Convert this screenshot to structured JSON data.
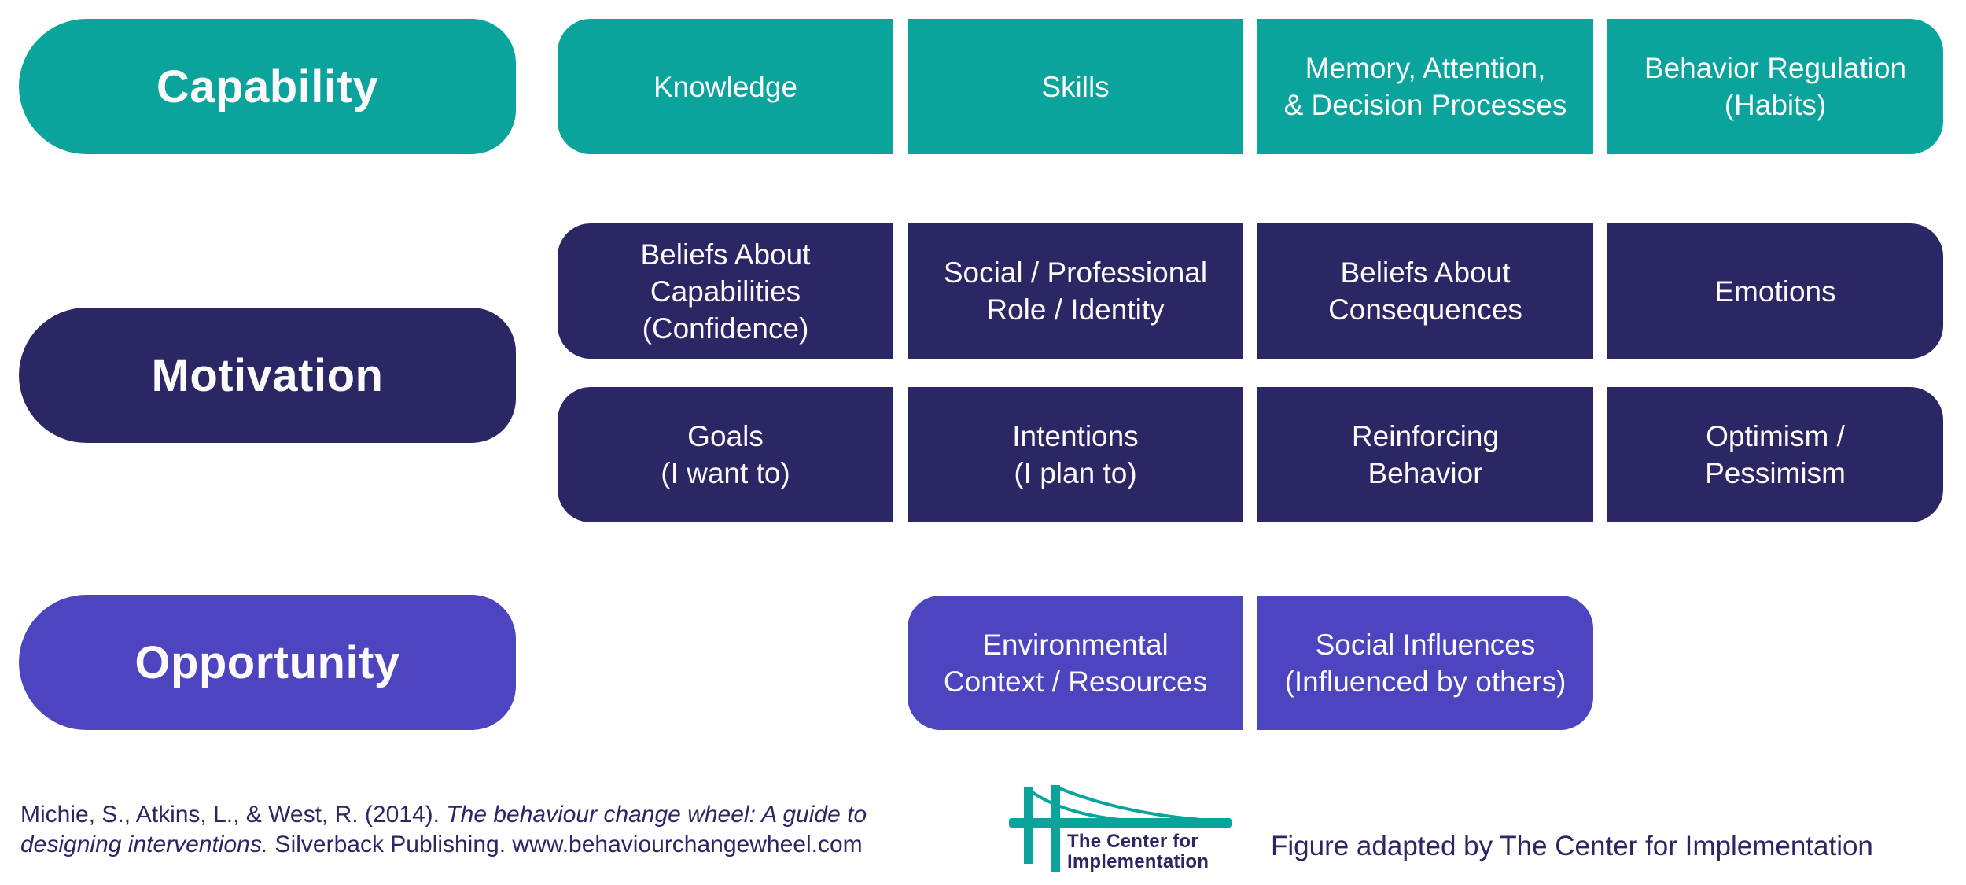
{
  "colors": {
    "teal": "#0aa49c",
    "navy": "#2b2764",
    "purple": "#4d44bf",
    "ink": "#2b2764",
    "box_text": "#fbf9f9",
    "background": "#ffffff"
  },
  "diagram": {
    "capability": {
      "label": "Capability",
      "items": [
        "Knowledge",
        "Skills",
        "Memory, Attention,\n& Decision Processes",
        "Behavior Regulation\n(Habits)"
      ]
    },
    "motivation": {
      "label": "Motivation",
      "row1": [
        "Beliefs About\nCapabilities\n(Confidence)",
        "Social / Professional\nRole / Identity",
        "Beliefs About\nConsequences",
        "Emotions"
      ],
      "row2": [
        "Goals\n(I want to)",
        "Intentions\n(I plan to)",
        "Reinforcing\nBehavior",
        "Optimism /\nPessimism"
      ]
    },
    "opportunity": {
      "label": "Opportunity",
      "items": [
        "Environmental\nContext / Resources",
        "Social Influences\n(Influenced by others)"
      ]
    }
  },
  "footer": {
    "citation": {
      "part1": "Michie, S., Atkins, L., & West, R. (2014). ",
      "italic1": "The behaviour change wheel: A guide to",
      "italic2": "designing interventions.",
      "part2": " Silverback Publishing. www.behaviourchangewheel.com"
    },
    "logo": {
      "line1": "The Center for",
      "line2": "Implementation"
    },
    "credit": "Figure adapted by The Center for Implementation"
  }
}
